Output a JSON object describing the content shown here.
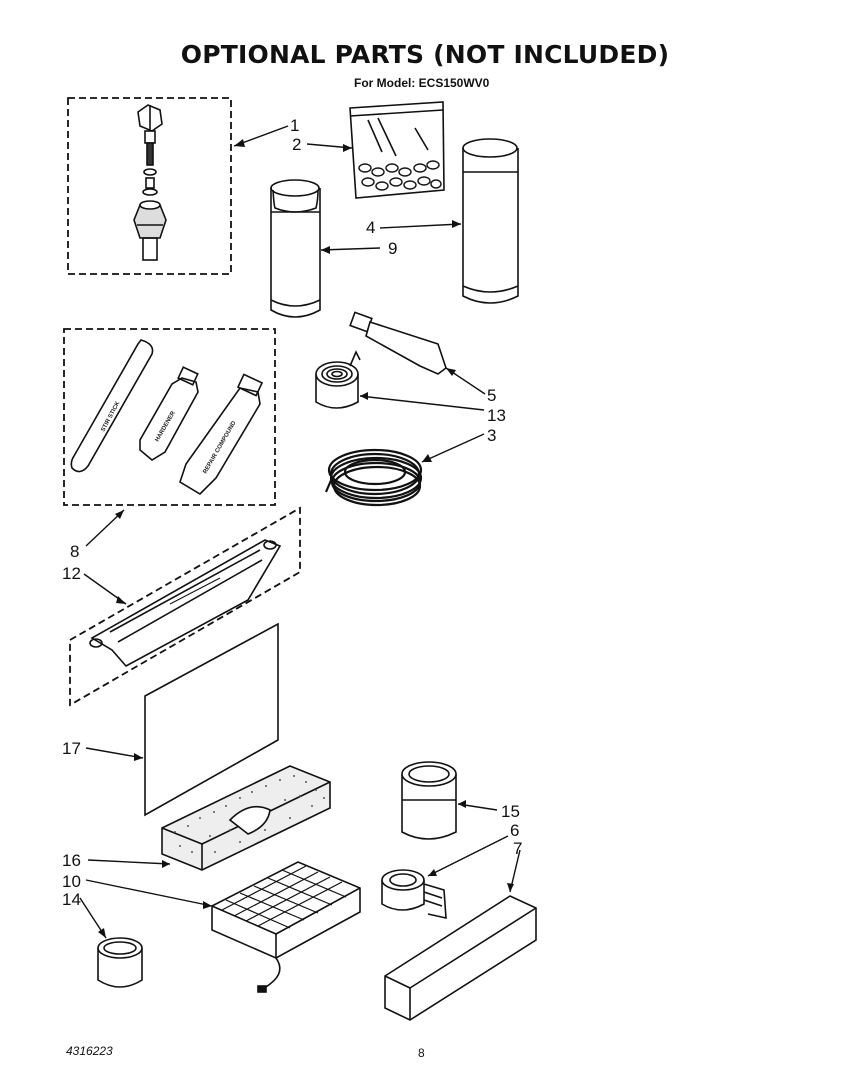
{
  "header": {
    "title": "OPTIONAL PARTS (NOT INCLUDED)",
    "model_line": "For Model: ECS150WV0"
  },
  "callouts": [
    "1",
    "2",
    "3",
    "4",
    "5",
    "6",
    "7",
    "8",
    "9",
    "10",
    "12",
    "13",
    "14",
    "15",
    "16",
    "17"
  ],
  "kit_labels": {
    "stir_stick": "STIR STICK",
    "hardener": "HARDENER",
    "repair_compound": "REPAIR COMPOUND"
  },
  "footer": {
    "doc_number": "4316223",
    "page_number": "8"
  },
  "colors": {
    "ink": "#111111",
    "paper": "#ffffff"
  }
}
